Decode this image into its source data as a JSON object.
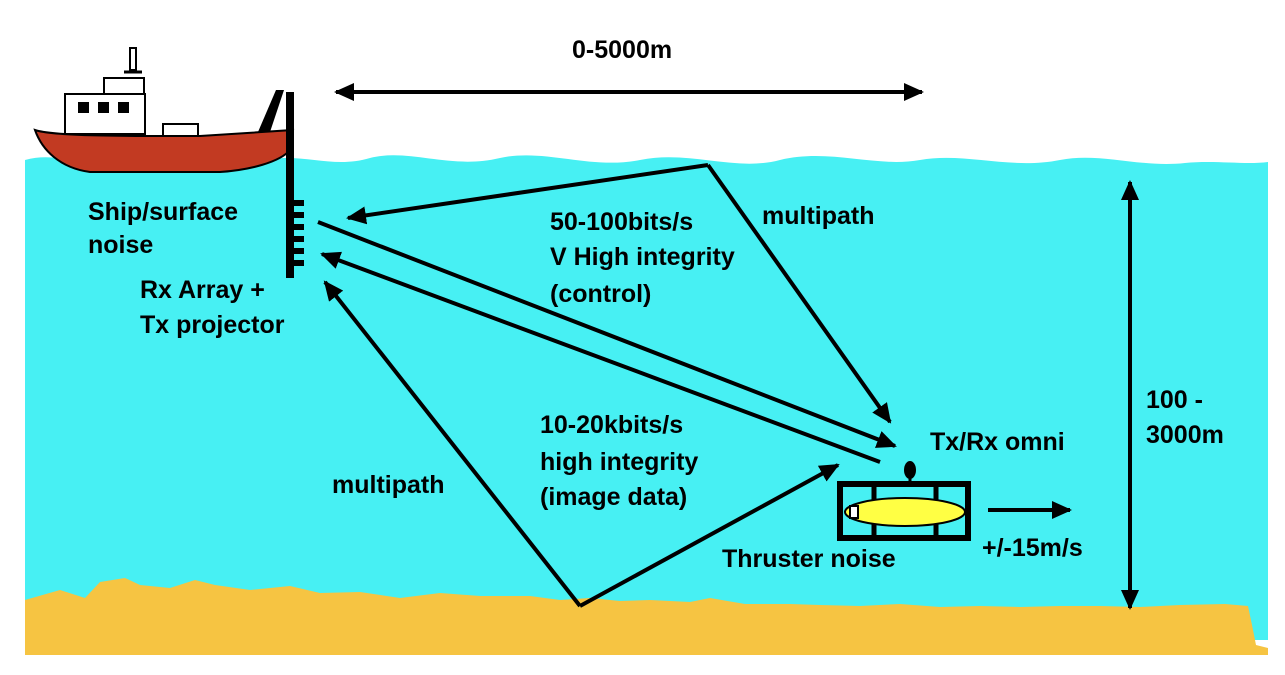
{
  "colors": {
    "water": "#47f0f3",
    "seabed": "#f6c442",
    "hull": "#c23a22",
    "rov_body": "#ffff44",
    "line": "#000000"
  },
  "labels": {
    "horizontal_range": "0-5000m",
    "depth_range_line1": "100 -",
    "depth_range_line2": "3000m",
    "ship_noise_line1": "Ship/surface",
    "ship_noise_line2": "noise",
    "array_line1": "Rx Array +",
    "array_line2": "Tx projector",
    "control_line1": "50-100bits/s",
    "control_line2": "V High integrity",
    "control_line3": "(control)",
    "multipath_surface": "multipath",
    "image_line1": "10-20kbits/s",
    "image_line2": "high integrity",
    "image_line3": "(image data)",
    "multipath_seabed": "multipath",
    "omni": "Tx/Rx omni",
    "thruster_noise": "Thruster noise",
    "speed": "+/-15m/s"
  },
  "icons": [
    "ship-icon",
    "rov-icon",
    "receiver-array-icon"
  ]
}
